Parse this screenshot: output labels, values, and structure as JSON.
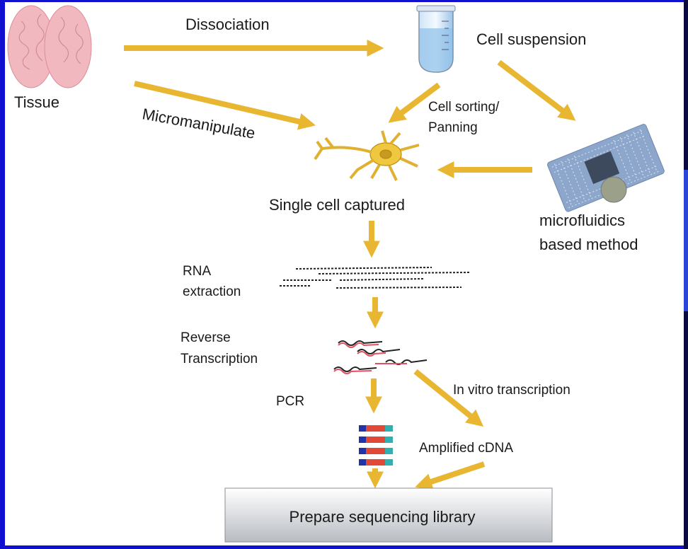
{
  "labels": {
    "tissue": "Tissue",
    "dissociation": "Dissociation",
    "cell_suspension": "Cell suspension",
    "micromanipulate": "Micromanipulate",
    "cell_sorting_line1": "Cell sorting/",
    "cell_sorting_line2": "Panning",
    "single_cell_captured": "Single cell captured",
    "microfluidics_line1": "microfluidics",
    "microfluidics_line2": "based method",
    "rna_line1": "RNA",
    "rna_line2": "extraction",
    "rt_line1": "Reverse",
    "rt_line2": "Transcription",
    "pcr": "PCR",
    "in_vitro": "In vitro transcription",
    "amplified": "Amplified cDNA",
    "library": "Prepare sequencing library"
  },
  "colors": {
    "arrow": "#e8b630",
    "border": "#1010d0",
    "brain": "#f2b8bf",
    "rna_strand": "#e05060"
  },
  "icons": [
    "brain-icon",
    "test-tube-icon",
    "neuron-icon",
    "microfluidic-chip-icon",
    "rna-strands-icon",
    "cdna-strands-icon",
    "pcr-products-icon"
  ]
}
